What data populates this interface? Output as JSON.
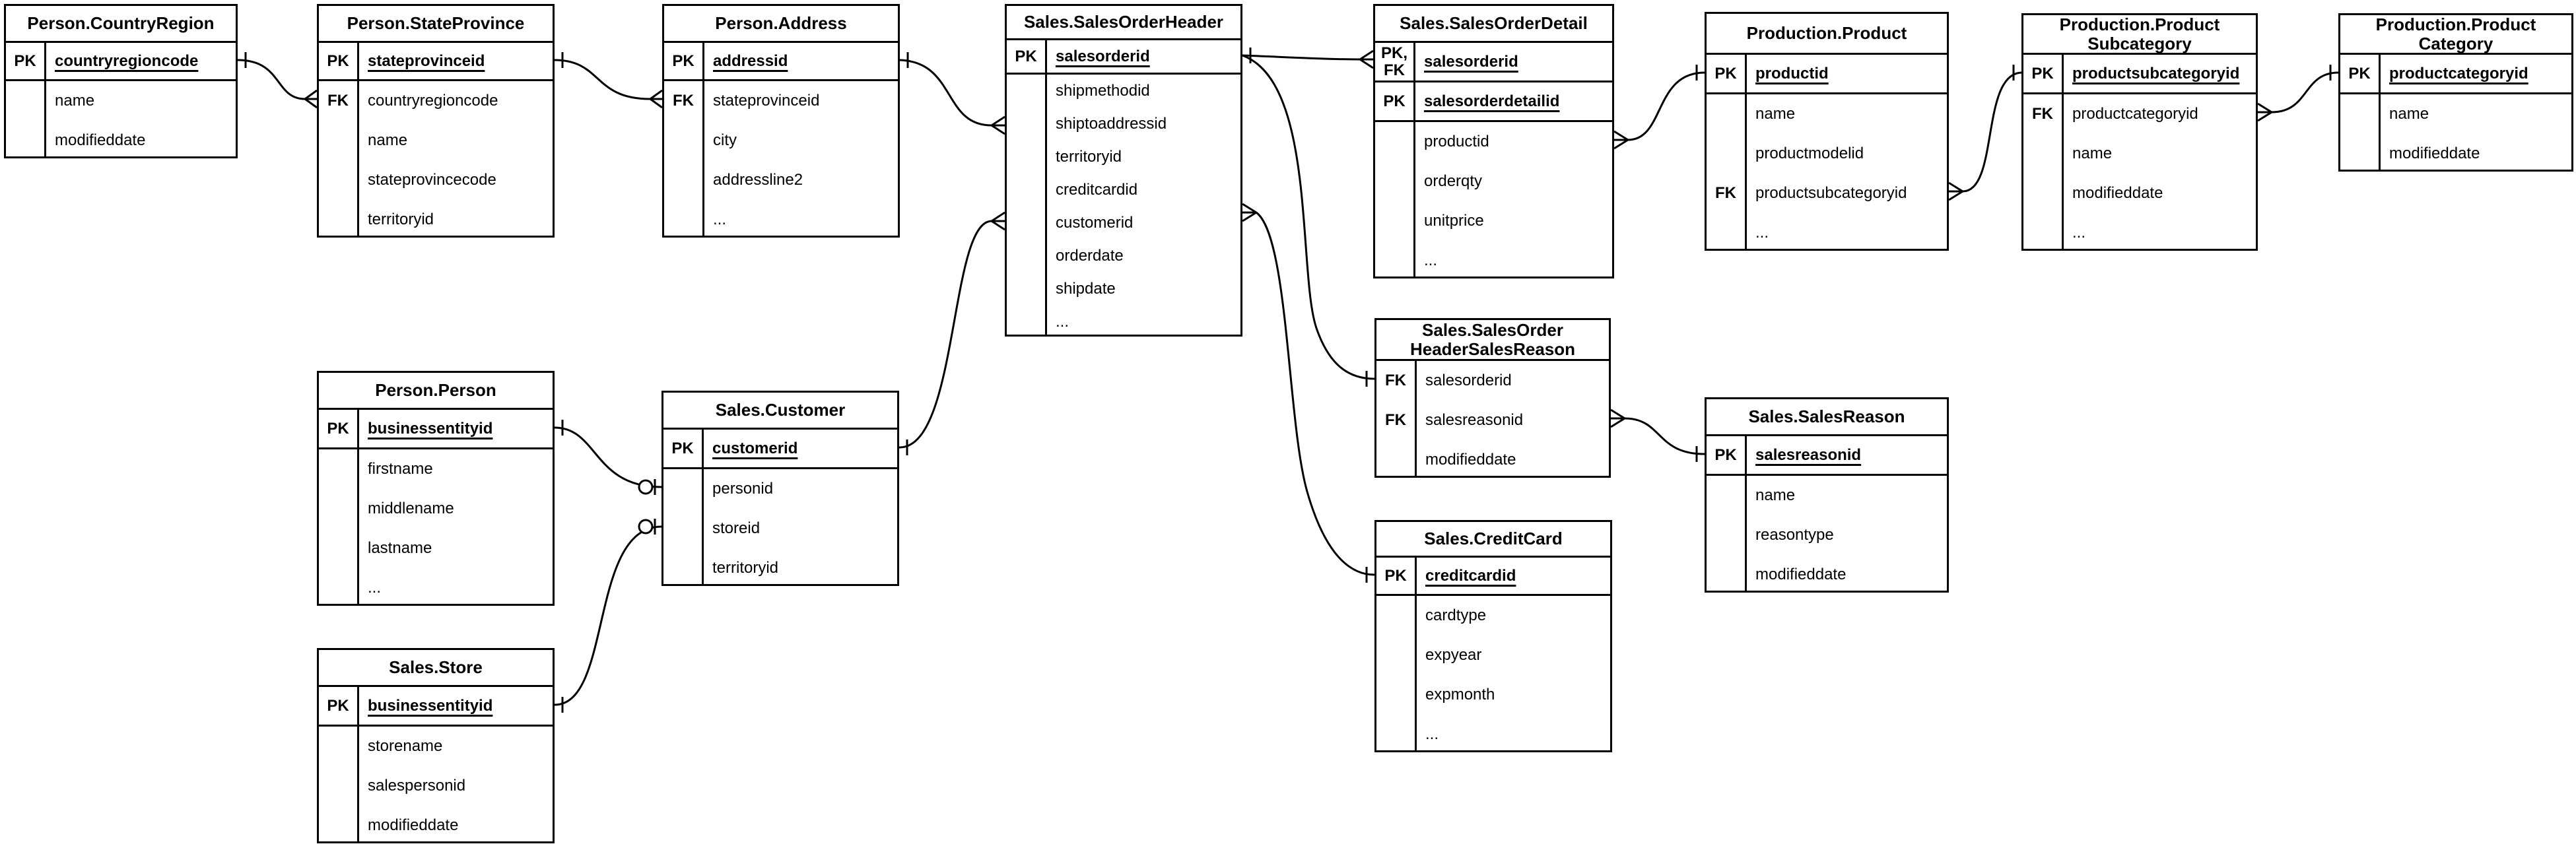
{
  "diagram": {
    "background_color": "#ffffff",
    "line_color": "#000000",
    "notation": "crows-foot",
    "tables": [
      {
        "title": "Person.CountryRegion",
        "rows": [
          {
            "key": "PK",
            "field": "countryregioncode",
            "pk": true,
            "sep": true
          },
          {
            "key": "",
            "field": "name"
          },
          {
            "key": "",
            "field": "modifieddate"
          }
        ]
      },
      {
        "title": "Person.StateProvince",
        "rows": [
          {
            "key": "PK",
            "field": "stateprovinceid",
            "pk": true,
            "sep": true
          },
          {
            "key": "FK",
            "field": "countryregioncode"
          },
          {
            "key": "",
            "field": "name"
          },
          {
            "key": "",
            "field": "stateprovincecode"
          },
          {
            "key": "",
            "field": "territoryid"
          }
        ]
      },
      {
        "title": "Person.Address",
        "rows": [
          {
            "key": "PK",
            "field": "addressid",
            "pk": true,
            "sep": true
          },
          {
            "key": "FK",
            "field": "stateprovinceid"
          },
          {
            "key": "",
            "field": "city"
          },
          {
            "key": "",
            "field": "addressline2"
          },
          {
            "key": "",
            "field": "..."
          }
        ]
      },
      {
        "title": "Sales.SalesOrderHeader",
        "rows": [
          {
            "key": "PK",
            "field": "salesorderid",
            "pk": true,
            "sep": true
          },
          {
            "key": "",
            "field": "shipmethodid"
          },
          {
            "key": "",
            "field": "shiptoaddressid"
          },
          {
            "key": "",
            "field": "territoryid"
          },
          {
            "key": "",
            "field": "creditcardid"
          },
          {
            "key": "",
            "field": "customerid"
          },
          {
            "key": "",
            "field": "orderdate"
          },
          {
            "key": "",
            "field": "shipdate"
          },
          {
            "key": "",
            "field": "..."
          }
        ]
      },
      {
        "title": "Sales.SalesOrderDetail",
        "rows": [
          {
            "key": "PK,\nFK",
            "field": "salesorderid",
            "pk": true,
            "sep": true
          },
          {
            "key": "PK",
            "field": "salesorderdetailid",
            "pk": true,
            "sep": true
          },
          {
            "key": "",
            "field": "productid"
          },
          {
            "key": "",
            "field": "orderqty"
          },
          {
            "key": "",
            "field": "unitprice"
          },
          {
            "key": "",
            "field": "..."
          }
        ]
      },
      {
        "title": "Production.Product",
        "rows": [
          {
            "key": "PK",
            "field": "productid",
            "pk": true,
            "sep": true
          },
          {
            "key": "",
            "field": "name"
          },
          {
            "key": "",
            "field": "productmodelid"
          },
          {
            "key": "FK",
            "field": "productsubcategoryid"
          },
          {
            "key": "",
            "field": "..."
          }
        ]
      },
      {
        "title": "Production.Product\nSubcategory",
        "rows": [
          {
            "key": "PK",
            "field": "productsubcategoryid",
            "pk": true,
            "sep": true
          },
          {
            "key": "FK",
            "field": "productcategoryid"
          },
          {
            "key": "",
            "field": "name"
          },
          {
            "key": "",
            "field": "modifieddate"
          },
          {
            "key": "",
            "field": "..."
          }
        ]
      },
      {
        "title": "Production.Product\nCategory",
        "rows": [
          {
            "key": "PK",
            "field": "productcategoryid",
            "pk": true,
            "sep": true
          },
          {
            "key": "",
            "field": "name"
          },
          {
            "key": "",
            "field": "modifieddate"
          }
        ]
      },
      {
        "title": "Person.Person",
        "rows": [
          {
            "key": "PK",
            "field": "businessentityid",
            "pk": true,
            "sep": true
          },
          {
            "key": "",
            "field": "firstname"
          },
          {
            "key": "",
            "field": "middlename"
          },
          {
            "key": "",
            "field": "lastname"
          },
          {
            "key": "",
            "field": "..."
          }
        ]
      },
      {
        "title": "Sales.Customer",
        "rows": [
          {
            "key": "PK",
            "field": "customerid",
            "pk": true,
            "sep": true
          },
          {
            "key": "",
            "field": "personid"
          },
          {
            "key": "",
            "field": "storeid"
          },
          {
            "key": "",
            "field": "territoryid"
          }
        ]
      },
      {
        "title": "Sales.Store",
        "rows": [
          {
            "key": "PK",
            "field": "businessentityid",
            "pk": true,
            "sep": true
          },
          {
            "key": "",
            "field": "storename"
          },
          {
            "key": "",
            "field": "salespersonid"
          },
          {
            "key": "",
            "field": "modifieddate"
          }
        ]
      },
      {
        "title": "Sales.SalesOrder\nHeaderSalesReason",
        "rows": [
          {
            "key": "FK",
            "field": "salesorderid"
          },
          {
            "key": "FK",
            "field": "salesreasonid"
          },
          {
            "key": "",
            "field": "modifieddate"
          }
        ]
      },
      {
        "title": "Sales.SalesReason",
        "rows": [
          {
            "key": "PK",
            "field": "salesreasonid",
            "pk": true,
            "sep": true
          },
          {
            "key": "",
            "field": "name"
          },
          {
            "key": "",
            "field": "reasontype"
          },
          {
            "key": "",
            "field": "modifieddate"
          }
        ]
      },
      {
        "title": "Sales.CreditCard",
        "rows": [
          {
            "key": "PK",
            "field": "creditcardid",
            "pk": true,
            "sep": true
          },
          {
            "key": "",
            "field": "cardtype"
          },
          {
            "key": "",
            "field": "expyear"
          },
          {
            "key": "",
            "field": "expmonth"
          },
          {
            "key": "",
            "field": "..."
          }
        ]
      }
    ],
    "relationships": [
      {
        "from": "Person.CountryRegion.countryregioncode",
        "to": "Person.StateProvince.countryregioncode",
        "from_marker": "one",
        "to_marker": "many"
      },
      {
        "from": "Person.StateProvince.stateprovinceid",
        "to": "Person.Address.stateprovinceid",
        "from_marker": "one",
        "to_marker": "many"
      },
      {
        "from": "Person.Address.addressid",
        "to": "Sales.SalesOrderHeader.shiptoaddressid",
        "from_marker": "one",
        "to_marker": "many"
      },
      {
        "from": "Sales.SalesOrderHeader.salesorderid",
        "to": "Sales.SalesOrderDetail.salesorderid",
        "from_marker": "one",
        "to_marker": "many"
      },
      {
        "from": "Sales.SalesOrderHeader.salesorderid",
        "to": "Sales.SalesOrderHeaderSalesReason.salesorderid",
        "from_marker": "one",
        "to_marker": "one"
      },
      {
        "from": "Sales.SalesOrderHeader.creditcardid",
        "to": "Sales.CreditCard.creditcardid",
        "from_marker": "many",
        "to_marker": "one"
      },
      {
        "from": "Sales.Customer.customerid",
        "to": "Sales.SalesOrderHeader.customerid",
        "from_marker": "one",
        "to_marker": "many"
      },
      {
        "from": "Person.Person.businessentityid",
        "to": "Sales.Customer.personid",
        "from_marker": "one",
        "to_marker": "zero-or-one"
      },
      {
        "from": "Sales.Store.businessentityid",
        "to": "Sales.Customer.storeid",
        "from_marker": "one",
        "to_marker": "zero-or-one"
      },
      {
        "from": "Sales.SalesOrderDetail.productid",
        "to": "Production.Product.productid",
        "from_marker": "many",
        "to_marker": "one"
      },
      {
        "from": "Production.Product.productsubcategoryid",
        "to": "Production.ProductSubcategory.productsubcategoryid",
        "from_marker": "many",
        "to_marker": "one"
      },
      {
        "from": "Production.ProductSubcategory.productcategoryid",
        "to": "Production.ProductCategory.productcategoryid",
        "from_marker": "many",
        "to_marker": "one"
      },
      {
        "from": "Sales.SalesOrderHeaderSalesReason.salesreasonid",
        "to": "Sales.SalesReason.salesreasonid",
        "from_marker": "many",
        "to_marker": "one"
      }
    ]
  }
}
